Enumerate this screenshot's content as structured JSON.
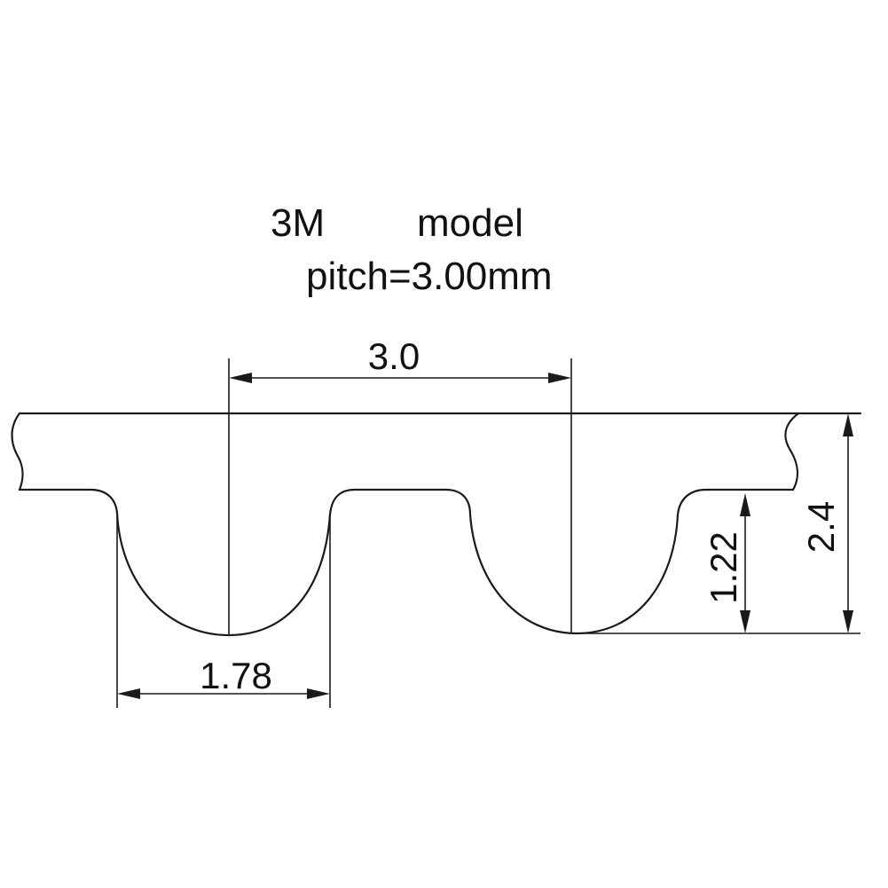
{
  "header": {
    "model_code": "3M",
    "model_word": "model",
    "pitch": "pitch=3.00mm"
  },
  "dimensions": {
    "pitch_value": "3.0",
    "tooth_width": "1.78",
    "tooth_height": "1.22",
    "belt_height": "2.4"
  },
  "colors": {
    "line": "#1a1a1a",
    "background": "#ffffff"
  }
}
